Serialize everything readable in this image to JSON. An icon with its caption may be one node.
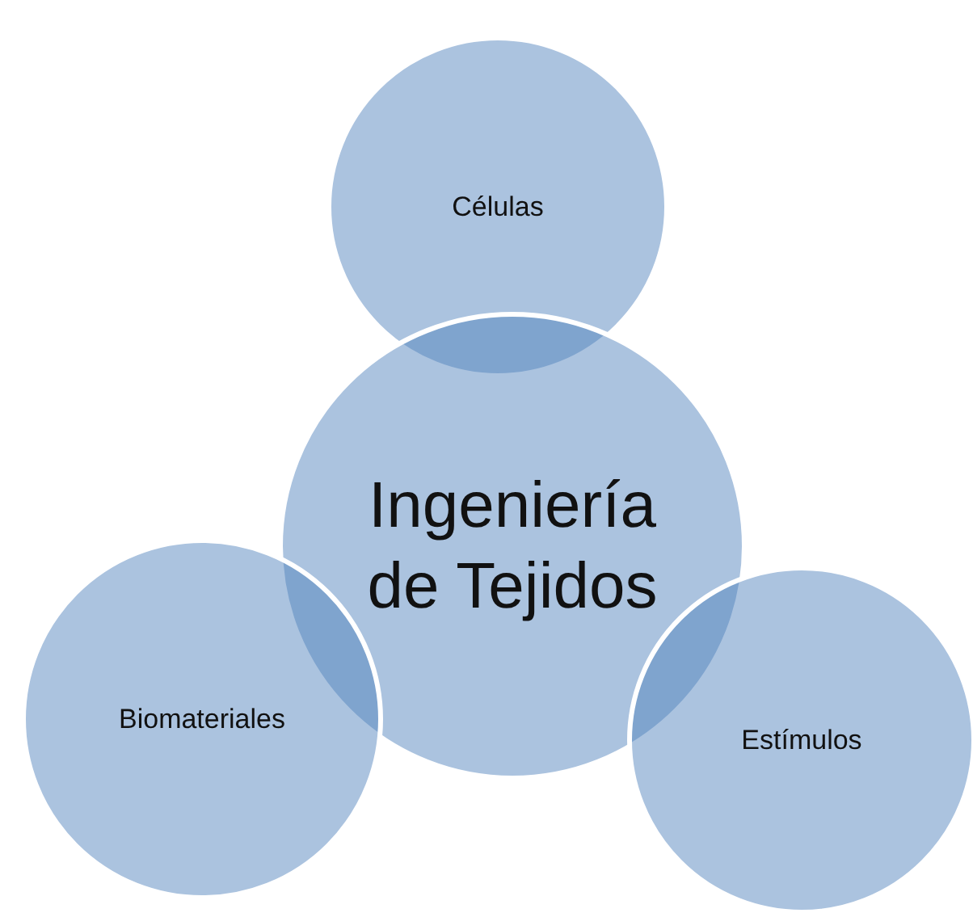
{
  "diagram": {
    "nodes": [
      {
        "text": [
          "Células"
        ]
      },
      {
        "text": [
          "Ingeniería de Tejidos"
        ]
      },
      {
        "text": [
          "Biomateriales"
        ]
      },
      {
        "text": [
          "Estímulos"
        ]
      }
    ]
  }
}
